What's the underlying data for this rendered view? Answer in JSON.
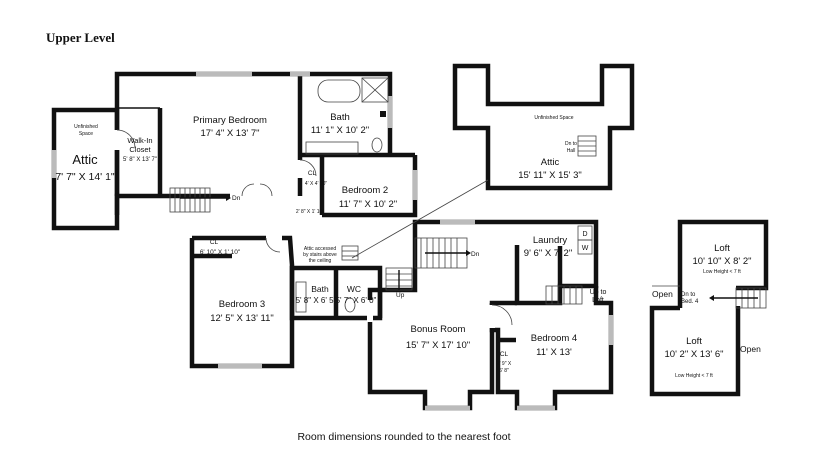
{
  "plan": {
    "title": "Upper Level",
    "footnote": "Room dimensions rounded to the nearest foot",
    "rooms": {
      "primary_bedroom": {
        "name": "Primary Bedroom",
        "dims": "17' 4\" X 13' 7\""
      },
      "walk_in_closet": {
        "name_1": "Walk-In",
        "name_2": "Closet",
        "dims": "5' 8\" X 13' 7\""
      },
      "unfinished_space_left": {
        "line_1": "Unfinished",
        "line_2": "Space"
      },
      "attic_left": {
        "name": "Attic",
        "dims": "7' 7\" X 14' 1\""
      },
      "bath_primary": {
        "name": "Bath",
        "dims": "11' 1\" X 10' 2\""
      },
      "closet_primary": {
        "name": "CL",
        "dims": "4' X 4' 10\""
      },
      "bedroom_2": {
        "name": "Bedroom 2",
        "dims": "11' 7\" X 10' 2\""
      },
      "closet_small": {
        "dims": "2' 8\" X 1' 10\""
      },
      "attic_right": {
        "unfinished": "Unfinished Space",
        "name": "Attic",
        "dims": "15' 11\" X 15' 3\"",
        "stair_1": "Dn to",
        "stair_2": "Hall"
      },
      "bedroom_3": {
        "name": "Bedroom 3",
        "dims": "12' 5\" X 13' 11\"",
        "cl_name": "CL",
        "cl_dims": "6' 10\" X 1' 10\""
      },
      "attic_note": {
        "line_1": "Attic accessed",
        "line_2": "by stairs above",
        "line_3": "the ceiling"
      },
      "bath_hall": {
        "name": "Bath",
        "dims": "5' 8\" X 6' 5\""
      },
      "wc": {
        "name": "WC",
        "dims": "5' 7\" X 6' 0\""
      },
      "laundry": {
        "name": "Laundry",
        "dims": "9' 6\" X 7' 2\"",
        "dryer": "D",
        "washer": "W"
      },
      "bonus_room": {
        "name": "Bonus Room",
        "dims": "15' 7\" X 17' 10\""
      },
      "bedroom_4": {
        "name": "Bedroom 4",
        "dims": "11' X 13'",
        "up_to_loft_1": "Up to",
        "up_to_loft_2": "Loft"
      },
      "closet_bonus": {
        "name": "CL",
        "dims_1": "2' 9\" X",
        "dims_2": "6' 8\""
      },
      "loft_upper": {
        "name": "Loft",
        "dims": "10' 10\" X 8' 2\"",
        "note": "Low Height < 7 ft"
      },
      "loft_lower": {
        "name": "Loft",
        "dims": "10' 2\" X 13' 6\"",
        "note": "Low Height < 7 ft"
      }
    },
    "labels": {
      "dn_left": "Dn",
      "dn_right": "Dn",
      "up": "Up",
      "open_left": "Open",
      "open_right": "Open",
      "dn_to_bed4_1": "Dn to",
      "dn_to_bed4_2": "Bed. 4"
    }
  }
}
